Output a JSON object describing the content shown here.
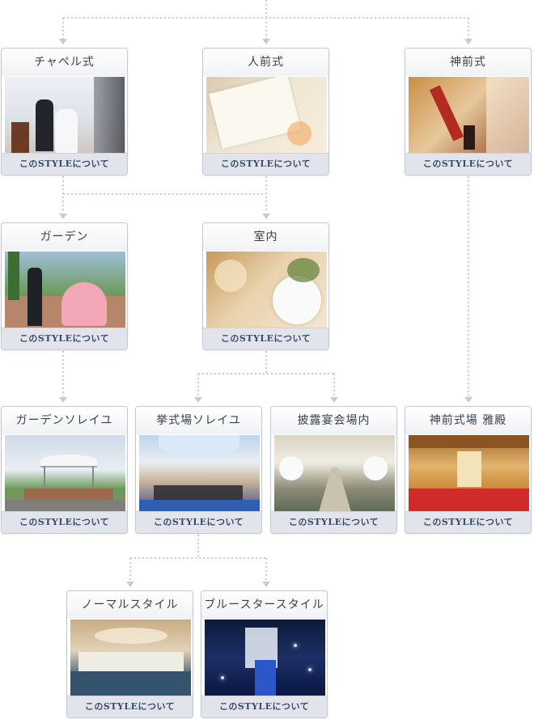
{
  "cards": [
    {
      "title": "チャペル式",
      "link": "このSTYLEについて"
    },
    {
      "title": "人前式",
      "link": "このSTYLEについて"
    },
    {
      "title": "神前式",
      "link": "このSTYLEについて"
    },
    {
      "title": "ガーデン",
      "link": "このSTYLEについて"
    },
    {
      "title": "室内",
      "link": "このSTYLEについて"
    },
    {
      "title": "ガーデンソレイユ",
      "link": "このSTYLEについて"
    },
    {
      "title": "挙式場ソレイユ",
      "link": "このSTYLEについて"
    },
    {
      "title": "披露宴会場内",
      "link": "このSTYLEについて"
    },
    {
      "title": "神前式場 雅殿",
      "link": "このSTYLEについて"
    },
    {
      "title": "ノーマルスタイル",
      "link": "このSTYLEについて"
    },
    {
      "title": "ブルースタースタイル",
      "link": "このSTYLEについて"
    }
  ],
  "colors": {
    "connector": "#c5c9d2",
    "card_border": "#c5c9d2",
    "footer_bg": "#e1e4ea",
    "link_text": "#3b4a6b"
  }
}
